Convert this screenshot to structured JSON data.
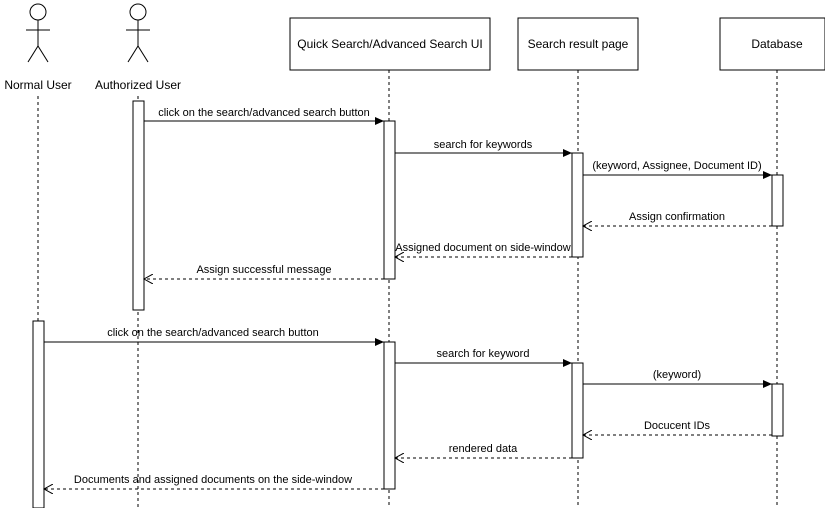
{
  "actors": {
    "normal_user": "Normal User",
    "authorized_user": "Authorized User"
  },
  "participants": {
    "ui": "Quick Search/Advanced Search UI",
    "results": "Search result page",
    "database": "Database"
  },
  "messages": {
    "auth": [
      "click on the search/advanced search button",
      "search for keywords",
      "(keyword, Assignee, Document ID)",
      "Assign confirmation",
      "Assigned document on side-window",
      "Assign successful message"
    ],
    "normal": [
      "click on the search/advanced search button",
      "search for keyword",
      "(keyword)",
      "Docucent IDs",
      "rendered data",
      "Documents and assigned documents on the side-window"
    ]
  }
}
